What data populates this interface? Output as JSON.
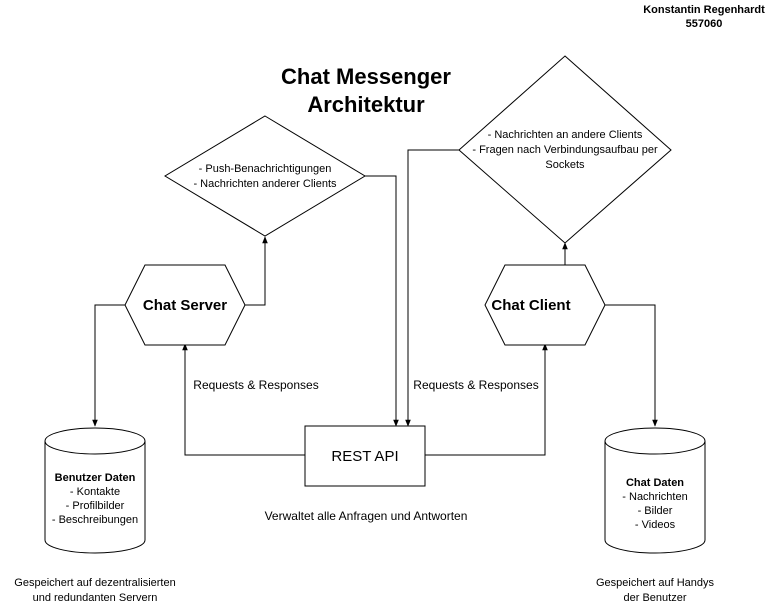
{
  "author": {
    "name": "Konstantin Regenhardt",
    "id": "557060"
  },
  "title": {
    "line1": "Chat Messenger",
    "line2": "Architektur"
  },
  "chat_server": {
    "label": "Chat Server"
  },
  "chat_client": {
    "label": "Chat Client"
  },
  "rest_api": {
    "label": "REST API",
    "caption": "Verwaltet alle Anfragen und Antworten"
  },
  "server_diamond": {
    "lines": [
      "- Push-Benachrichtigungen",
      "- Nachrichten anderer Clients"
    ]
  },
  "client_diamond": {
    "lines": [
      "- Nachrichten an andere Clients",
      "- Fragen nach Verbindungsaufbau per",
      "Sockets"
    ]
  },
  "edge_labels": {
    "left": "Requests & Responses",
    "right": "Requests & Responses"
  },
  "user_db": {
    "title": "Benutzer Daten",
    "lines": [
      "- Kontakte",
      "- Profilbilder",
      "- Beschreibungen"
    ],
    "caption": [
      "Gespeichert auf dezentralisierten",
      "und redundanten Servern"
    ]
  },
  "chat_db": {
    "title": "Chat Daten",
    "lines": [
      "- Nachrichten",
      "- Bilder",
      "- Videos"
    ],
    "caption": [
      "Gespeichert auf Handys",
      "der Benutzer"
    ]
  }
}
